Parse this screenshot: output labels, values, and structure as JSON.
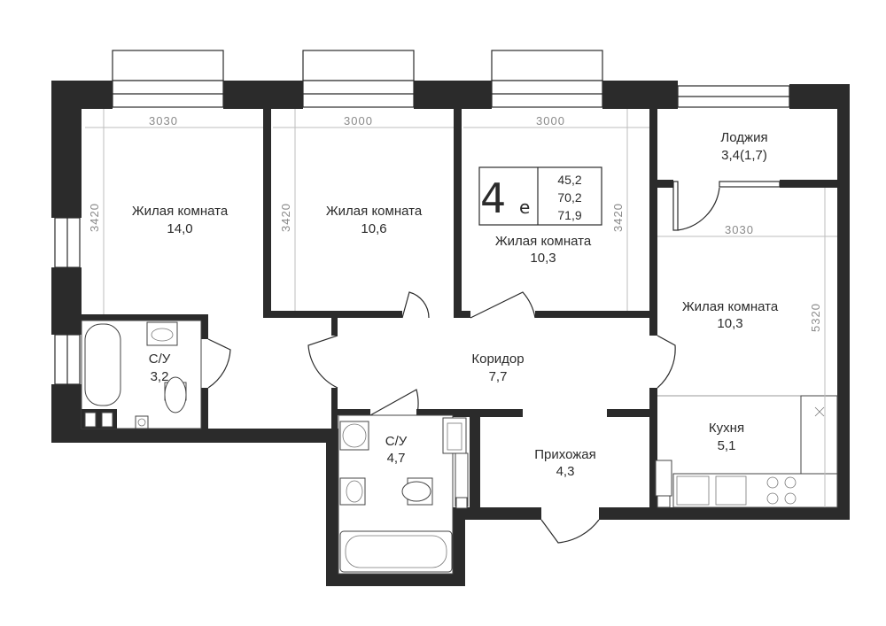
{
  "apartment": {
    "type_number": "4",
    "type_letter": "е",
    "areas": [
      "45,2",
      "70,2",
      "71,9"
    ]
  },
  "rooms": [
    {
      "name": "Жилая комната",
      "area": "14,0"
    },
    {
      "name": "Жилая комната",
      "area": "10,6"
    },
    {
      "name": "Жилая комната",
      "area": "10,3"
    },
    {
      "name": "Лоджия",
      "area": "3,4(1,7)"
    },
    {
      "name": "Жилая комната",
      "area": "10,3"
    },
    {
      "name": "С/У",
      "area": "3,2"
    },
    {
      "name": "Коридор",
      "area": "7,7"
    },
    {
      "name": "С/У",
      "area": "4,7"
    },
    {
      "name": "Прихожая",
      "area": "4,3"
    },
    {
      "name": "Кухня",
      "area": "5,1"
    }
  ],
  "dimensions": {
    "room1_width": "3030",
    "room2_width": "3000",
    "room3_width": "3000",
    "room4_width": "3030",
    "room1_depth": "3420",
    "room2_depth": "3420",
    "room3_depth": "3420",
    "room4_depth": "5320"
  }
}
